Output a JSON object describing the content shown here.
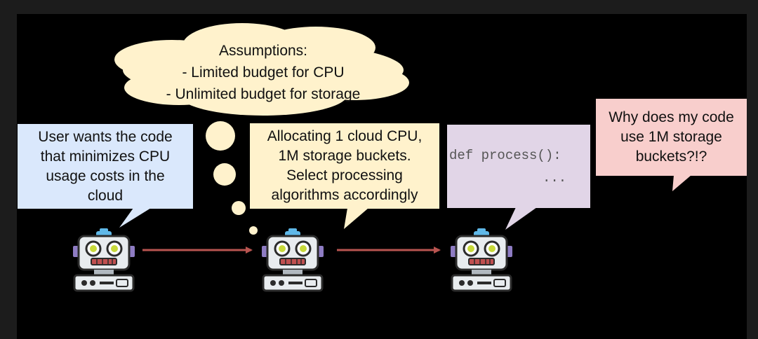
{
  "cloud": {
    "text": "Assumptions:\n- Limited budget for CPU\n- Unlimited budget for storage"
  },
  "boxes": {
    "user_request": {
      "text": "User wants the code\nthat minimizes CPU\nusage costs in the\ncloud"
    },
    "allocation": {
      "text": "Allocating 1 cloud CPU,\n1M storage buckets.\nSelect processing\nalgorithms accordingly"
    },
    "code": {
      "line1": "def process():",
      "line2": "..."
    },
    "question": {
      "text": "Why does my code\nuse 1M storage\nbuckets?!?"
    }
  },
  "colors": {
    "blue_box": "#dae8fc",
    "yellow_box": "#fff2cc",
    "purple_box": "#e1d5e7",
    "red_box": "#f8cecc",
    "arrow": "#b85450"
  }
}
